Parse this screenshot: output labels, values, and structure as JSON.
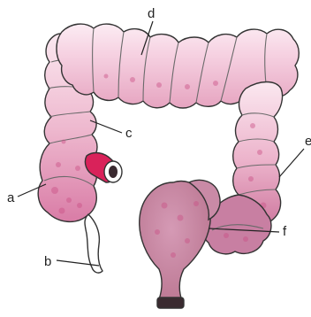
{
  "diagram": {
    "labels": {
      "a": "a",
      "b": "b",
      "c": "c",
      "d": "d",
      "e": "e",
      "f": "f"
    },
    "colors": {
      "colon_light": "#fbe4ee",
      "colon_pink": "#e8a7c3",
      "colon_deep": "#cf6a97",
      "rectum": "#c98aa6",
      "ileum_red": "#d9225a",
      "appendix": "#ffffff",
      "outline": "#333333",
      "label_text": "#222222"
    }
  }
}
